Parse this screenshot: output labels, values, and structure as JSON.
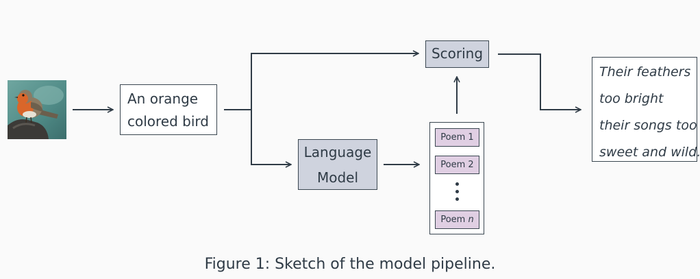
{
  "diagram": {
    "input_caption_lines": [
      "An orange",
      "colored bird"
    ],
    "language_model_lines": [
      "Language",
      "Model"
    ],
    "scoring_label": "Scoring",
    "poems": {
      "first": "Poem 1",
      "second": "Poem 2",
      "last_prefix": "Poem ",
      "last_suffix": "n"
    },
    "output_lines": [
      "Their feathers",
      "too bright",
      "their songs too",
      "sweet and wild."
    ]
  },
  "figure_caption": {
    "label": "Figure 1:",
    "text": " Sketch of the model pipeline."
  },
  "colors": {
    "line": "#2f3b46",
    "gray_box": "#cfd3de",
    "poem_box": "#e0cfe3",
    "background": "#fafafa"
  },
  "icons": {
    "bird_photo": "robin-photo"
  }
}
